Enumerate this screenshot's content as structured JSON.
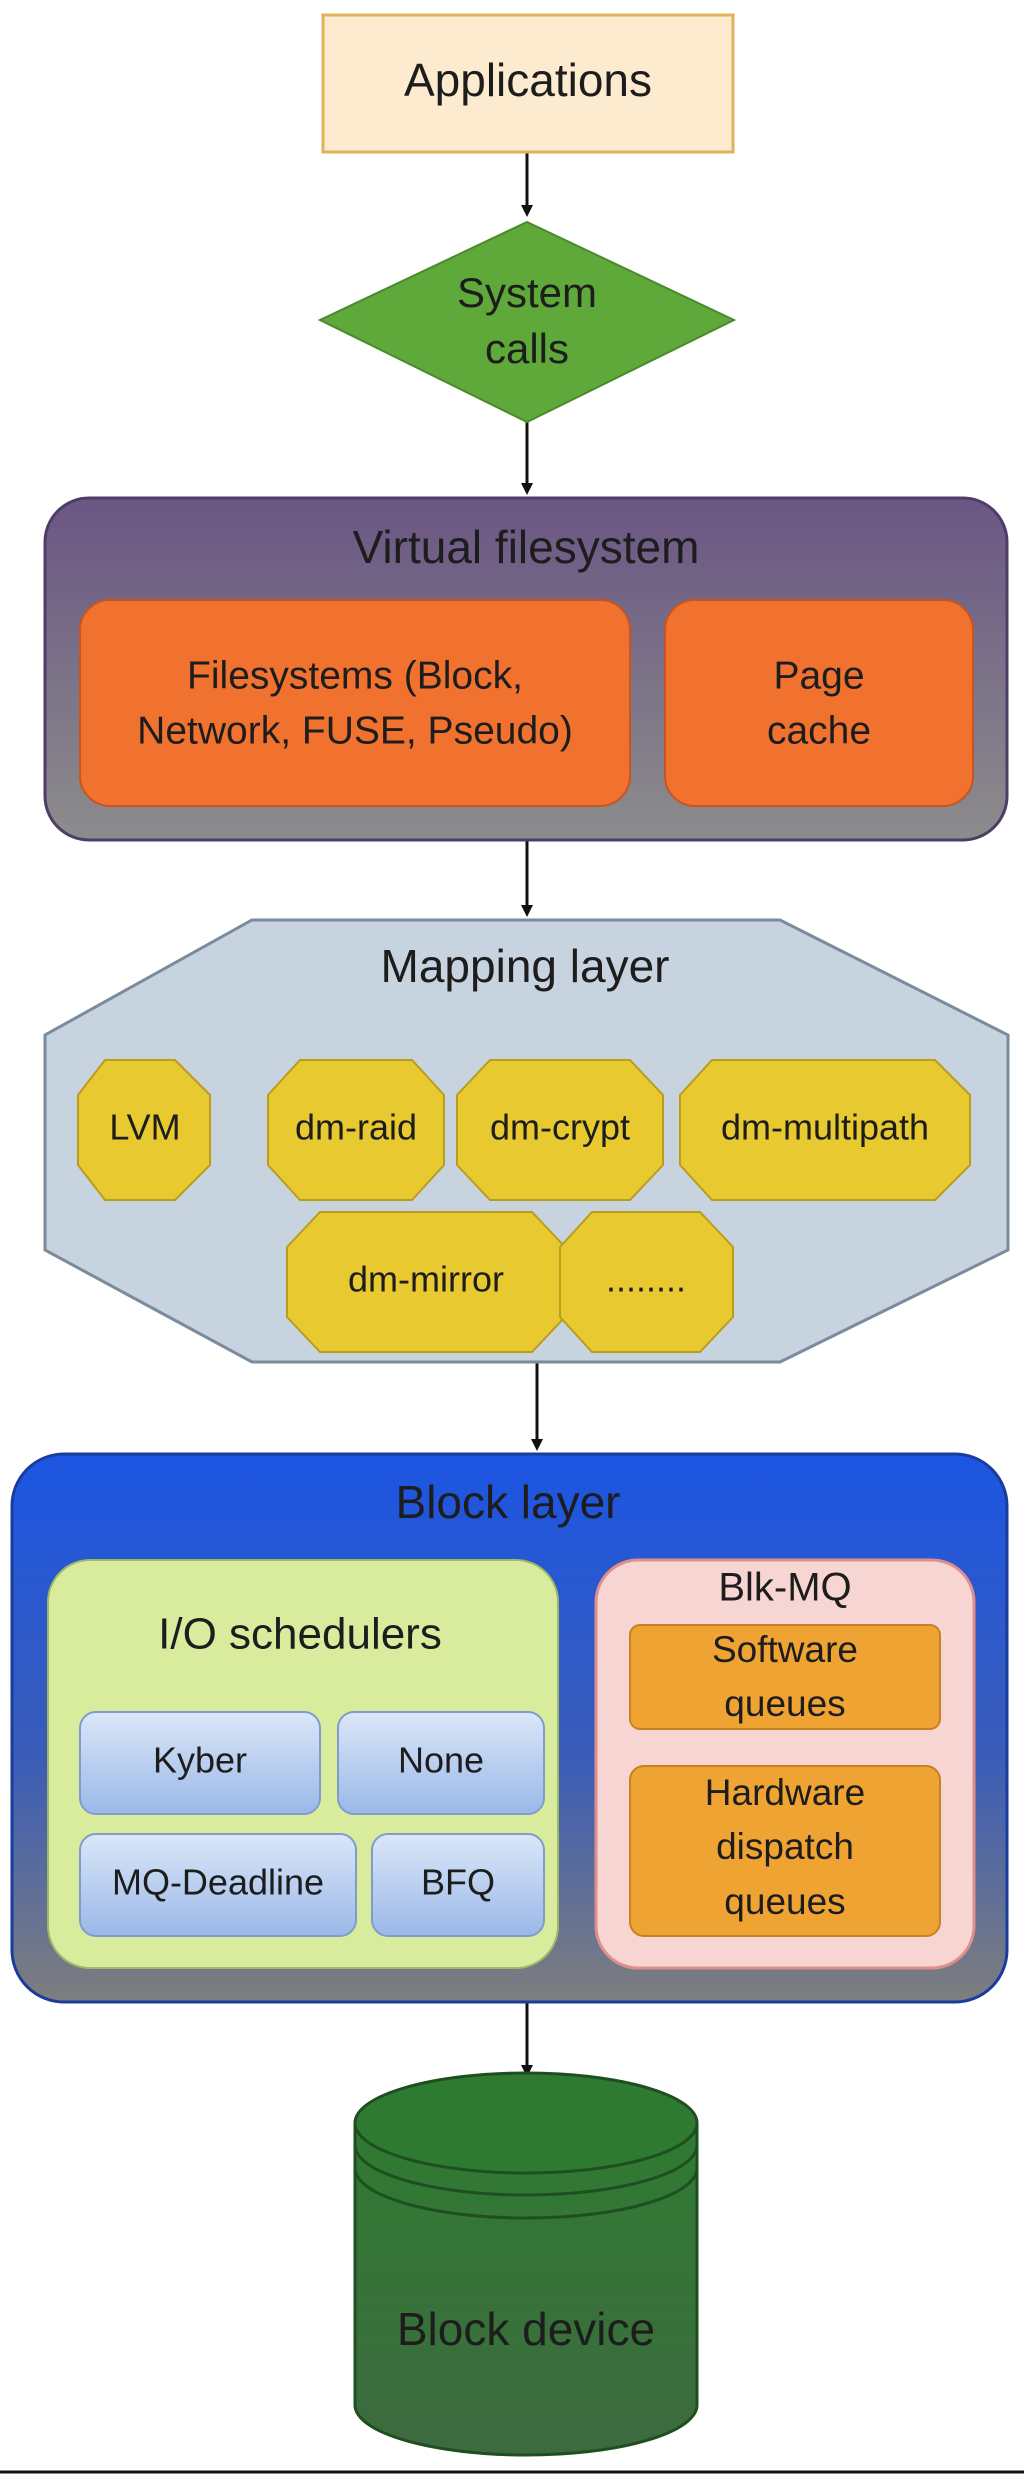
{
  "applications": {
    "label": "Applications"
  },
  "system_calls": {
    "line1": "System",
    "line2": "calls"
  },
  "virtual_filesystem": {
    "title": "Virtual filesystem",
    "filesystems": {
      "line1": "Filesystems (Block,",
      "line2": "Network, FUSE, Pseudo)"
    },
    "page_cache": {
      "line1": "Page",
      "line2": "cache"
    }
  },
  "mapping_layer": {
    "title": "Mapping layer",
    "items": [
      "LVM",
      "dm-raid",
      "dm-crypt",
      "dm-multipath",
      "dm-mirror",
      "........"
    ]
  },
  "block_layer": {
    "title": "Block layer",
    "io_schedulers": {
      "title": "I/O schedulers",
      "items": [
        "Kyber",
        "None",
        "MQ-Deadline",
        "BFQ"
      ]
    },
    "blk_mq": {
      "title": "Blk-MQ",
      "software_queues": {
        "line1": "Software",
        "line2": "queues"
      },
      "hardware_queues": {
        "line1": "Hardware",
        "line2": "dispatch",
        "line3": "queues"
      }
    }
  },
  "block_device": {
    "label": "Block device"
  },
  "colors": {
    "applications_fill": "#fdebd0",
    "applications_stroke": "#e0b25a",
    "system_calls_fill": "#5fa83a",
    "vfs_top": "#6a5a86",
    "vfs_bottom": "#8a8a8a",
    "orange_box": "#f0722e",
    "mapping_fill": "#c7d3de",
    "mapping_item": "#e8c930",
    "block_layer_top": "#1f56e0",
    "block_layer_bottom": "#7f7f7f",
    "io_sched_fill": "#d9ec9e",
    "scheduler_item": "#b6ccee",
    "blk_mq_fill": "#f7d5d3",
    "queue_fill": "#efa332",
    "block_device_fill": "#2f7232"
  }
}
